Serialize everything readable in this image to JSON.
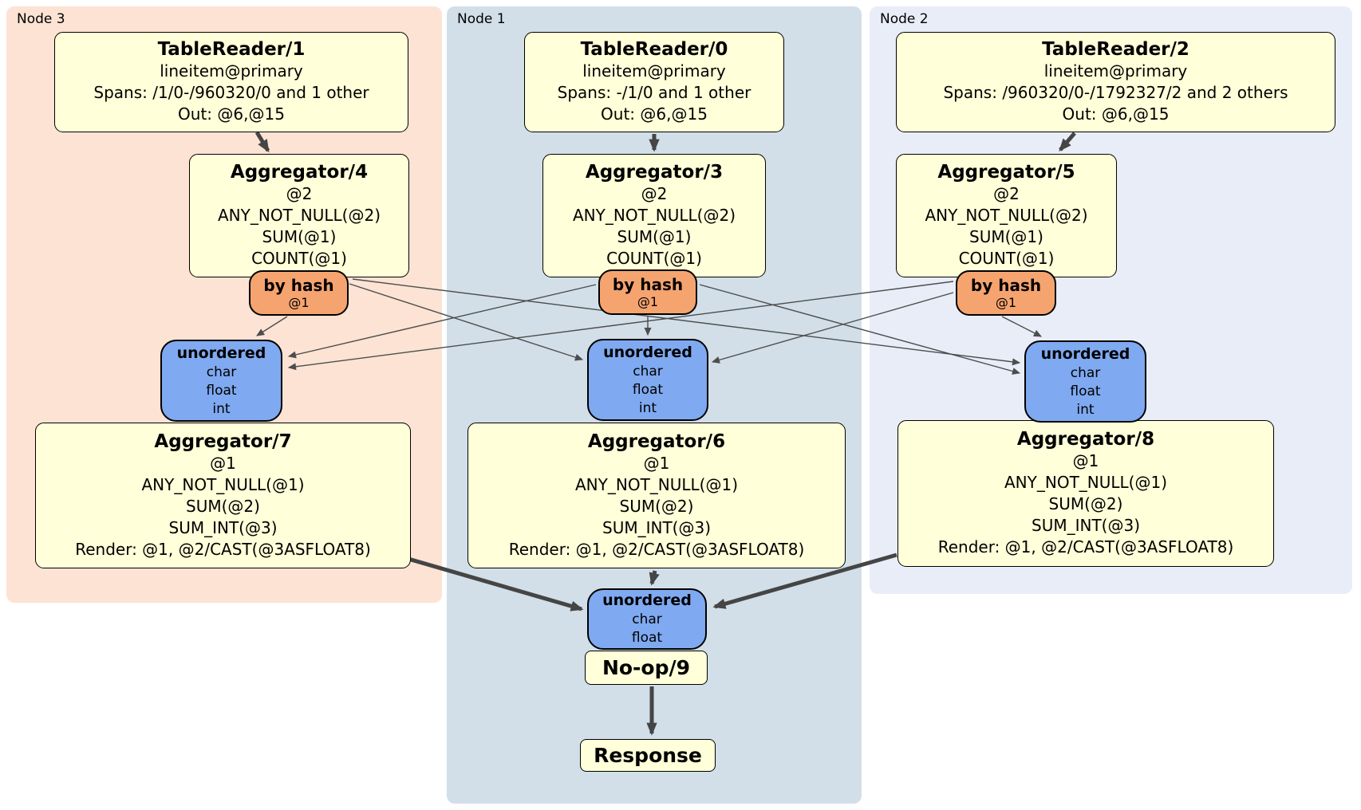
{
  "panels": {
    "node3": {
      "label": "Node 3"
    },
    "node1": {
      "label": "Node 1"
    },
    "node2": {
      "label": "Node 2"
    }
  },
  "boxes": {
    "tr1": {
      "title": "TableReader/1",
      "lines": [
        "lineitem@primary",
        "Spans: /1/0-/960320/0 and 1 other",
        "Out: @6,@15"
      ]
    },
    "tr0": {
      "title": "TableReader/0",
      "lines": [
        "lineitem@primary",
        "Spans: -/1/0 and 1 other",
        "Out: @6,@15"
      ]
    },
    "tr2": {
      "title": "TableReader/2",
      "lines": [
        "lineitem@primary",
        "Spans: /960320/0-/1792327/2 and 2 others",
        "Out: @6,@15"
      ]
    },
    "agg4": {
      "title": "Aggregator/4",
      "lines": [
        "@2",
        "ANY_NOT_NULL(@2)",
        "SUM(@1)",
        "COUNT(@1)"
      ]
    },
    "agg3": {
      "title": "Aggregator/3",
      "lines": [
        "@2",
        "ANY_NOT_NULL(@2)",
        "SUM(@1)",
        "COUNT(@1)"
      ]
    },
    "agg5": {
      "title": "Aggregator/5",
      "lines": [
        "@2",
        "ANY_NOT_NULL(@2)",
        "SUM(@1)",
        "COUNT(@1)"
      ]
    },
    "byhash3": {
      "title": "by hash",
      "lines": [
        "@1"
      ]
    },
    "byhash1": {
      "title": "by hash",
      "lines": [
        "@1"
      ]
    },
    "byhash2": {
      "title": "by hash",
      "lines": [
        "@1"
      ]
    },
    "sync3": {
      "title": "unordered",
      "lines": [
        "char",
        "float",
        "int"
      ]
    },
    "sync1": {
      "title": "unordered",
      "lines": [
        "char",
        "float",
        "int"
      ]
    },
    "sync2": {
      "title": "unordered",
      "lines": [
        "char",
        "float",
        "int"
      ]
    },
    "agg7": {
      "title": "Aggregator/7",
      "lines": [
        "@1",
        "ANY_NOT_NULL(@1)",
        "SUM(@2)",
        "SUM_INT(@3)",
        "Render: @1, @2/CAST(@3ASFLOAT8)"
      ]
    },
    "agg6": {
      "title": "Aggregator/6",
      "lines": [
        "@1",
        "ANY_NOT_NULL(@1)",
        "SUM(@2)",
        "SUM_INT(@3)",
        "Render: @1, @2/CAST(@3ASFLOAT8)"
      ]
    },
    "agg8": {
      "title": "Aggregator/8",
      "lines": [
        "@1",
        "ANY_NOT_NULL(@1)",
        "SUM(@2)",
        "SUM_INT(@3)",
        "Render: @1, @2/CAST(@3ASFLOAT8)"
      ]
    },
    "syncfinal": {
      "title": "unordered",
      "lines": [
        "char",
        "float"
      ]
    },
    "noop": {
      "title": "No-op/9"
    },
    "response": {
      "title": "Response"
    }
  },
  "colors": {
    "node3_bg": "#fce3d4",
    "node1_bg": "#d2dfe9",
    "node2_bg": "#e9edf8",
    "processor_box_bg": "#ffffd9",
    "hash_router_bg": "#f5a470",
    "sync_bg": "#7fa9f0",
    "edge": "#4d4d4d",
    "thick_arrow": "#454545"
  }
}
